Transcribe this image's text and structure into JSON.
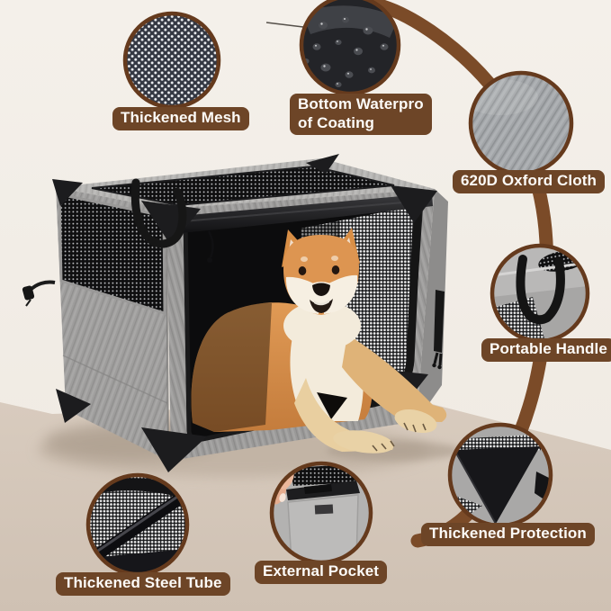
{
  "product_scene": {
    "subject": "folding-soft-dog-crate-with-shiba-inu",
    "colors": {
      "wall": "#f2ede6",
      "floor": "#d3c6b9",
      "label_background": "#6d4527",
      "label_text": "#fdfbf8",
      "circle_ring": "#653a1d",
      "connector_arc": "#7b4b28",
      "crate_fabric": "#9b9a99",
      "dog_coat": "#dd9551"
    }
  },
  "callouts": [
    {
      "id": "thickened-mesh",
      "label": "Thickened Mesh"
    },
    {
      "id": "bottom-waterproof-coating",
      "label_line1": "Bottom Waterpro",
      "label_line2": "of Coating"
    },
    {
      "id": "oxford-cloth",
      "label": "620D Oxford Cloth"
    },
    {
      "id": "portable-handle",
      "label": "Portable Handle"
    },
    {
      "id": "thickened-protection",
      "label": "Thickened Protection"
    },
    {
      "id": "external-pocket",
      "label": "External Pocket"
    },
    {
      "id": "thickened-steel-tube",
      "label": "Thickened Steel Tube"
    }
  ]
}
